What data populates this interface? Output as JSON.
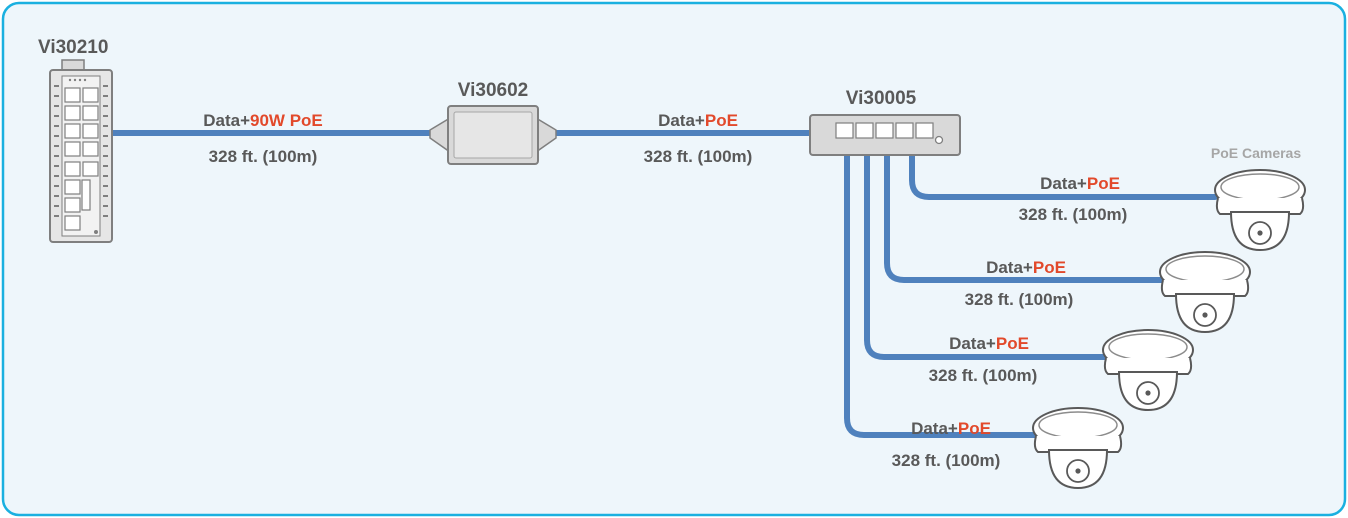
{
  "colors": {
    "border": "#1ab0e0",
    "background": "#eef6fb",
    "cable": "#4f81bd",
    "accent": "#e2492b",
    "text": "#595959",
    "muted": "#a6a6a6"
  },
  "devices": {
    "switch_main": {
      "name": "Vi30210",
      "icon": "din-rail-switch-icon"
    },
    "extender": {
      "name": "Vi30602",
      "icon": "poe-extender-icon"
    },
    "switch_poe": {
      "name": "Vi30005",
      "icon": "unmanaged-poe-switch-icon"
    },
    "cameras": {
      "label": "PoE Cameras",
      "icon": "dome-camera-icon"
    }
  },
  "links": [
    {
      "prefix": "Data+",
      "power": "90W PoE",
      "distance": "328 ft. (100m)"
    },
    {
      "prefix": "Data+",
      "power": "PoE",
      "distance": "328 ft. (100m)"
    },
    {
      "prefix": "Data+",
      "power": "PoE",
      "distance": "328 ft. (100m)"
    },
    {
      "prefix": "Data+",
      "power": "PoE",
      "distance": "328 ft. (100m)"
    },
    {
      "prefix": "Data+",
      "power": "PoE",
      "distance": "328 ft. (100m)"
    },
    {
      "prefix": "Data+",
      "power": "PoE",
      "distance": "328 ft. (100m)"
    }
  ]
}
